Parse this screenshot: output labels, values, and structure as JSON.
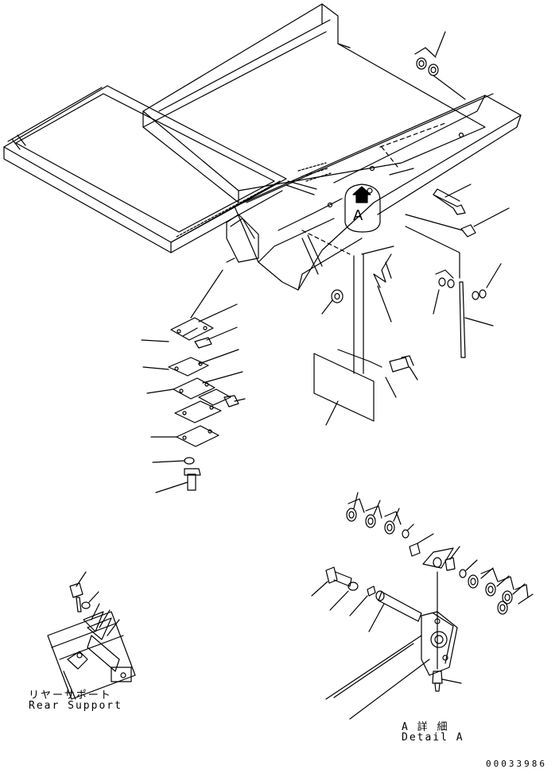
{
  "labels": {
    "rear_support_jp": "リヤーサポート",
    "rear_support_en": "Rear Support",
    "detail_jp": "A 詳 細",
    "detail_en": "Detail A",
    "callout": "A",
    "drawing_number": "00033986"
  },
  "colors": {
    "line": "#000000",
    "background": "#ffffff"
  }
}
